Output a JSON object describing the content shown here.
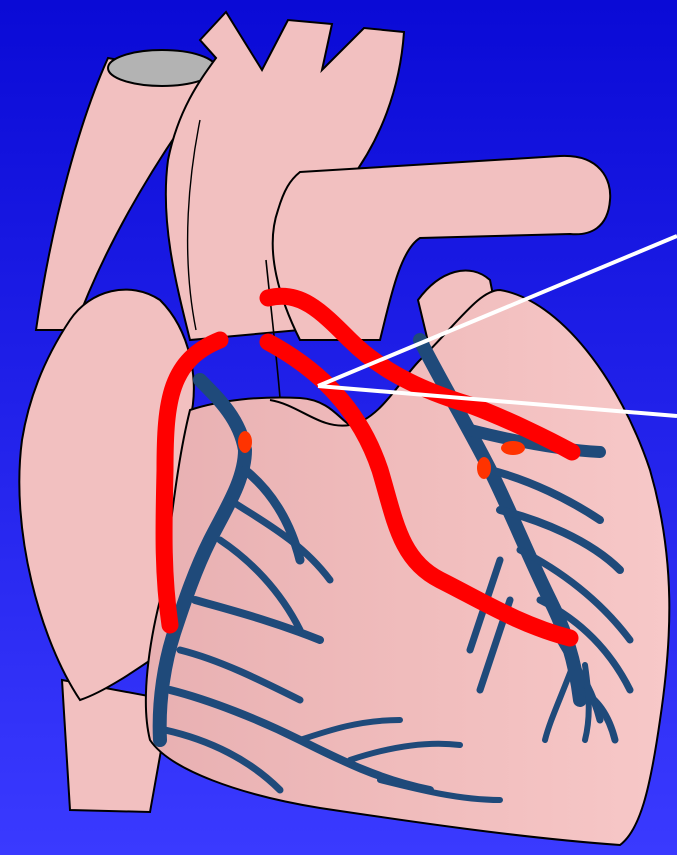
{
  "colors": {
    "background_top": "#0a0ad6",
    "background_bottom": "#3a3aff",
    "heart_fill": "#f2c0c0",
    "heart_shade": "#e3a9ab",
    "heart_outline": "#000000",
    "vessel_cap": "#b3b3b3",
    "coronary_vessels": "#1f4a7a",
    "bypass_grafts": "#ff0000",
    "stenosis_marks": "#ff3300",
    "pointer_lines": "#ffffff"
  },
  "diagram": {
    "subject": "heart-anterior-view",
    "graft_count": 3,
    "stenosis_count": 3,
    "callout_count": 1
  }
}
